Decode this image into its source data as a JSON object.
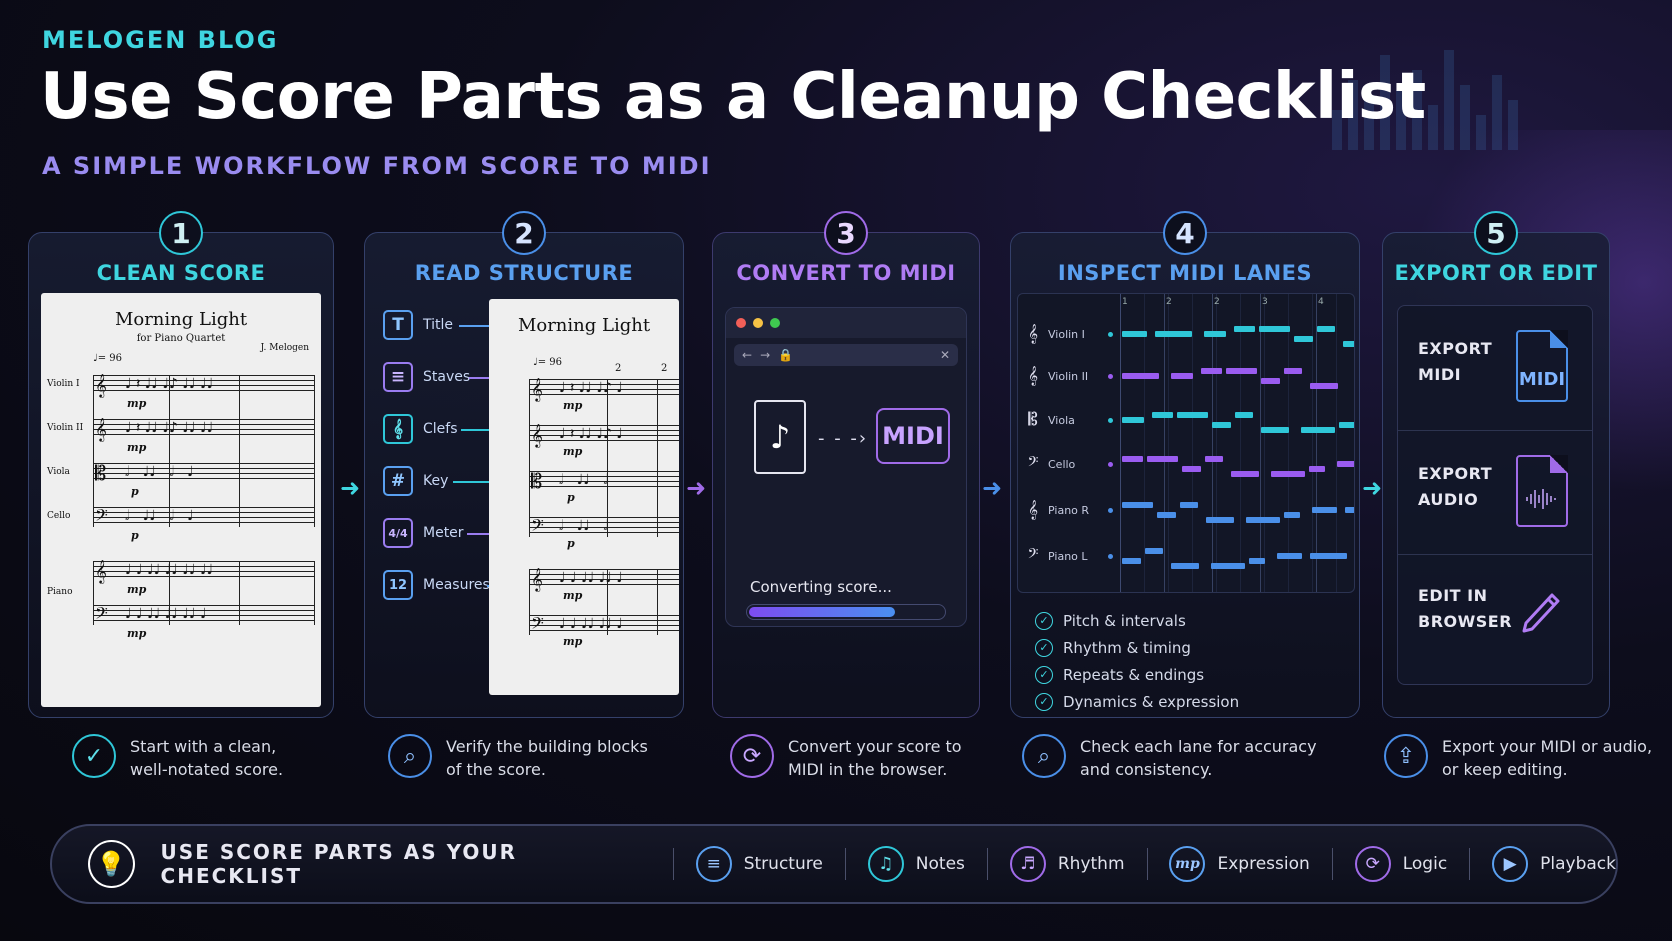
{
  "header": {
    "brand": "MELOGEN BLOG",
    "title": "Use Score Parts as a Cleanup Checklist",
    "subtitle": "A SIMPLE WORKFLOW FROM SCORE TO MIDI"
  },
  "steps": [
    {
      "number": "1",
      "heading": "CLEAN SCORE",
      "caption_line1": "Start with a clean,",
      "caption_line2": "well-notated score."
    },
    {
      "number": "2",
      "heading": "READ STRUCTURE",
      "caption_line1": "Verify the building blocks",
      "caption_line2": "of the score."
    },
    {
      "number": "3",
      "heading": "CONVERT TO MIDI",
      "caption_line1": "Convert your score to",
      "caption_line2": "MIDI in the browser."
    },
    {
      "number": "4",
      "heading": "INSPECT MIDI LANES",
      "caption_line1": "Check each lane for accuracy",
      "caption_line2": "and consistency."
    },
    {
      "number": "5",
      "heading": "EXPORT OR EDIT",
      "caption_line1": "Export your MIDI or audio,",
      "caption_line2": "or keep editing."
    }
  ],
  "score": {
    "title": "Morning Light",
    "subtitle": "for Piano Quartet",
    "composer": "J. Melogen",
    "tempo": "♩= 96",
    "instruments": [
      "Violin I",
      "Violin II",
      "Viola",
      "Cello",
      "Piano"
    ],
    "dynamics": [
      "mp",
      "mp",
      "p",
      "p",
      "mp",
      "mp"
    ],
    "measure_number": "2"
  },
  "structure_items": [
    {
      "icon": "T",
      "label": "Title"
    },
    {
      "icon": "≡",
      "label": "Staves"
    },
    {
      "icon": "𝄞",
      "label": "Clefs"
    },
    {
      "icon": "#",
      "label": "Key"
    },
    {
      "icon": "4/4",
      "label": "Meter"
    },
    {
      "icon": "12",
      "label": "Measures"
    }
  ],
  "converter": {
    "midi_label": "MIDI",
    "status": "Converting score...",
    "progress": 0.75
  },
  "lanes": {
    "beats": [
      "1",
      "2",
      "2",
      "3",
      "4"
    ],
    "labels": [
      "Violin I",
      "Violin II",
      "Viola",
      "Cello",
      "Piano R",
      "Piano L"
    ],
    "clefs": [
      "𝄞",
      "𝄞",
      "𝄡",
      "𝄢",
      "𝄞",
      "𝄢"
    ],
    "checks": [
      "Pitch & intervals",
      "Rhythm & timing",
      "Repeats & endings",
      "Dynamics & expression"
    ]
  },
  "export": {
    "midi_line1": "EXPORT",
    "midi_line2": "MIDI",
    "midi_file": "MIDI",
    "audio_line1": "EXPORT",
    "audio_line2": "AUDIO",
    "edit_line1": "EDIT IN",
    "edit_line2": "BROWSER"
  },
  "footer": {
    "title": "USE SCORE PARTS AS YOUR CHECKLIST",
    "items": [
      "Structure",
      "Notes",
      "Rhythm",
      "Expression",
      "Logic",
      "Playback"
    ],
    "expression_icon": "mp"
  },
  "colors": {
    "cyan": "#3fd6e0",
    "blue": "#4a8fe8",
    "purple": "#a06be8"
  }
}
